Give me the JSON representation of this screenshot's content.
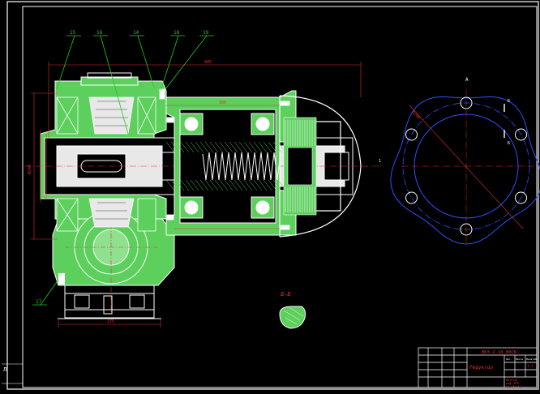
{
  "colors": {
    "background": "#000000",
    "frame": "#ffffff",
    "outline": "#ffffff",
    "fill": "#5ccf5c",
    "dimension": "#e03030",
    "leader": "#22cc22",
    "flange": "#2f4fff",
    "hatch": "#d8d8d8"
  },
  "callouts": [
    "15",
    "16",
    "14",
    "18",
    "19",
    "17"
  ],
  "section_label": "Б–Б",
  "view_letter": "А",
  "cut_letter_b1": "Б",
  "cut_letter_b2": "Б",
  "dimensions": {
    "overall_length": "485",
    "left_height": "Ø240",
    "flange_diameter": "Ø260",
    "bottom_width": "175",
    "shaft_mid": "160"
  },
  "title_block": {
    "doc_code": "ВКЭ-2.10.00СБ",
    "title": "Редуктор",
    "org_lines": [
      "ВятГСХА",
      "каф. МТП",
      "гр. Ин-41"
    ],
    "lit_header": "Лит.",
    "mass_header": "Масса",
    "scale_header": "Масштаб",
    "scale_value": "1:1"
  },
  "axis_mark": "1",
  "corner_mark": "Л"
}
